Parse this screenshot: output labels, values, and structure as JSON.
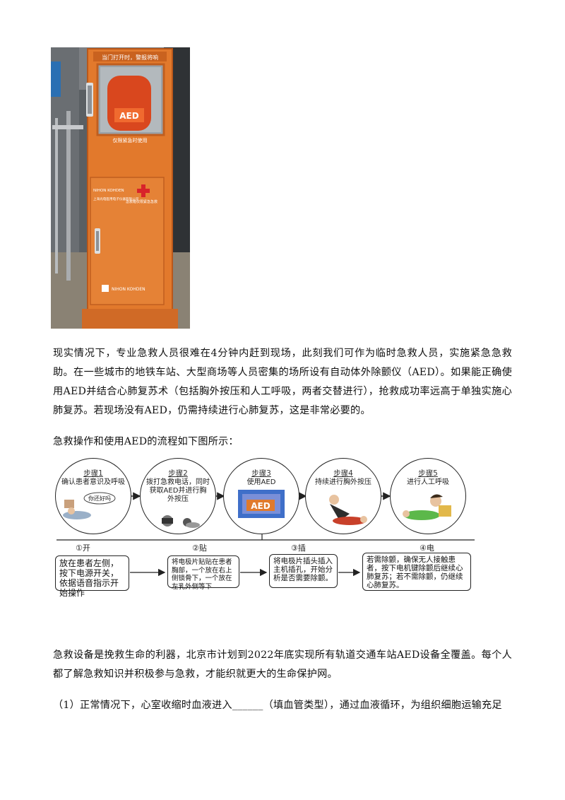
{
  "photo": {
    "top_sign": "当门打开时，警报将响",
    "aed_label": "AED",
    "small_label": "仅限紧急时使用",
    "brand": "NIHON KOHDEN",
    "logo_text": "NIHON KOHDEN",
    "lower_text_1": "上海光电医用电子仪器有限公司",
    "lower_text_2": "急救箱仅限紧急急救",
    "colors": {
      "cabinet": "#e2792c",
      "cabinet_dark": "#b9581b",
      "red_cross": "#d8232a"
    }
  },
  "paragraph1": "现实情况下，专业急救人员很难在4分钟内赶到现场，此刻我们可作为临时急救人员，实施紧急急救助。在一些城市的地铁车站、大型商场等人员密集的场所设有自动体外除颤仪（AED）。如果能正确使用AED并结合心肺复苏术（包括胸外按压和人工呼吸，两者交替进行），抢救成功率远高于单独实施心肺复苏。若现场没有AED，仍需持续进行心肺复苏，这是非常必要的。",
  "paragraph2": "急救操作和使用AED的流程如下图所示：",
  "flow": {
    "steps": [
      {
        "title": "步骤1",
        "desc": "确认患者意识及呼吸",
        "bubble": "你还好吗"
      },
      {
        "title": "步骤2",
        "desc": "拨打急救电话，同时获取AED并进行胸外按压"
      },
      {
        "title": "步骤3",
        "desc": "使用AED",
        "aed": "AED"
      },
      {
        "title": "步骤4",
        "desc": "持续进行胸外按压"
      },
      {
        "title": "步骤5",
        "desc": "进行人工呼吸"
      }
    ],
    "substeps": [
      {
        "label": "①开",
        "text": "放在患者左侧，按下电源开关，依据语音指示开始操作"
      },
      {
        "label": "②贴",
        "text": "将电极片贴贴在患者胸部，一个放在右上侧锁骨下，一个放在左乳外侧等下"
      },
      {
        "label": "③插",
        "text": "将电极片插头插入主机插孔，开始分析是否需要除颤。"
      },
      {
        "label": "④电",
        "text": "若需除颤，确保无人接触患者，按下电机键除颤后继续心肺复苏；若不需除颤，仍继续心肺复苏。"
      }
    ]
  },
  "paragraph3": "急救设备是挽救生命的利器，北京市计划到2022年底实现所有轨道交通车站AED设备全覆盖。每个人都了解急救知识并积极参与急救，才能织就更大的生命保护网。",
  "paragraph4": "（1）正常情况下，心室收缩时血液进入______（填血管类型），通过血液循环，为组织细胞运输充足"
}
